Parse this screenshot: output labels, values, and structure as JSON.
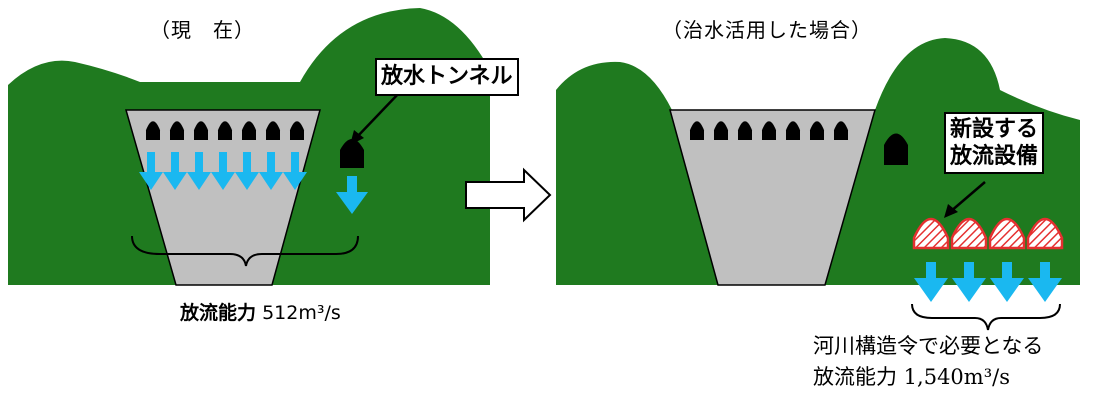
{
  "left_panel": {
    "title": "（現　在）",
    "tunnel_label": "放水トンネル",
    "capacity_label": "放流能力",
    "capacity_value": "512m³/s"
  },
  "right_panel": {
    "title": "（治水活用した場合）",
    "new_facility_label_line1": "新設する",
    "new_facility_label_line2": "放流設備",
    "required_line1": "河川構造令で必要となる",
    "required_line2": "放流能力 1,540m³/s"
  },
  "colors": {
    "mountain": "#1f7a1f",
    "dam": "#c0c0c0",
    "arrow": "#1ab8f0",
    "new_gate": "#e53030",
    "outlet": "#000000"
  }
}
